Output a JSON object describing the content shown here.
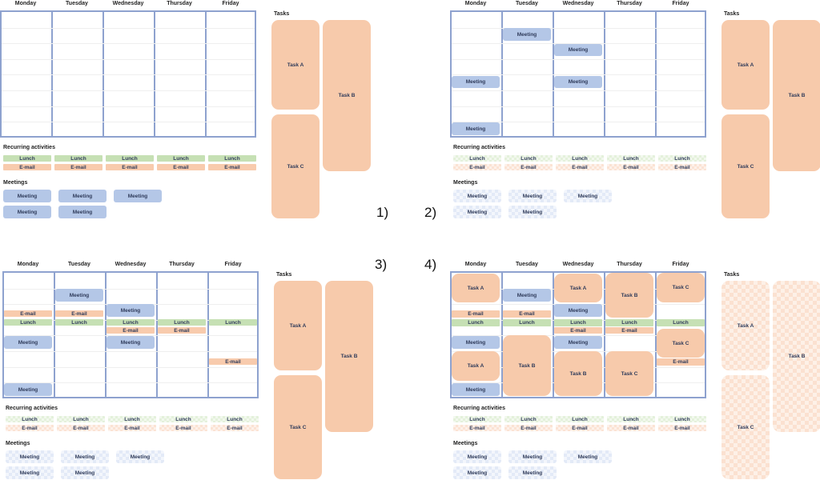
{
  "days": [
    "Monday",
    "Tuesday",
    "Wednesday",
    "Thursday",
    "Friday"
  ],
  "section_titles": {
    "recurring": "Recurring activities",
    "meetings": "Meetings",
    "tasks": "Tasks"
  },
  "colors": {
    "task": "#f7caab",
    "meeting": "#b4c7e7",
    "lunch": "#c6e0b4",
    "email": "#f8cbad",
    "grid": "#8ea2cf"
  },
  "panels": [
    {
      "number": "1)",
      "recurring_faded": false,
      "meetings_faded": false,
      "tasks_faded": false,
      "recurring": {
        "lunch": [
          "Lunch",
          "Lunch",
          "Lunch",
          "Lunch",
          "Lunch"
        ],
        "email": [
          "E-mail",
          "E-mail",
          "E-mail",
          "E-mail",
          "E-mail"
        ]
      },
      "meetings_pool": [
        "Meeting",
        "Meeting",
        "Meeting",
        "Meeting",
        "Meeting"
      ],
      "tasks_pool": [
        "Task A",
        "Task B",
        "Task C"
      ],
      "calendar": []
    },
    {
      "number": "2)",
      "recurring_faded": true,
      "meetings_faded": true,
      "tasks_faded": false,
      "recurring": {
        "lunch": [
          "Lunch",
          "Lunch",
          "Lunch",
          "Lunch",
          "Lunch"
        ],
        "email": [
          "E-mail",
          "E-mail",
          "E-mail",
          "E-mail",
          "E-mail"
        ]
      },
      "meetings_pool": [
        "Meeting",
        "Meeting",
        "Meeting",
        "Meeting",
        "Meeting"
      ],
      "tasks_pool": [
        "Task A",
        "Task B",
        "Task C"
      ],
      "calendar": [
        {
          "day": "Tuesday",
          "label": "Meeting",
          "type": "meeting"
        },
        {
          "day": "Wednesday",
          "label": "Meeting",
          "type": "meeting"
        },
        {
          "day": "Wednesday",
          "label": "Meeting",
          "type": "meeting"
        },
        {
          "day": "Monday",
          "label": "Meeting",
          "type": "meeting"
        },
        {
          "day": "Monday",
          "label": "Meeting",
          "type": "meeting"
        }
      ]
    },
    {
      "number": "3)",
      "recurring_faded": true,
      "meetings_faded": true,
      "tasks_faded": false,
      "recurring": {
        "lunch": [
          "Lunch",
          "Lunch",
          "Lunch",
          "Lunch",
          "Lunch"
        ],
        "email": [
          "E-mail",
          "E-mail",
          "E-mail",
          "E-mail",
          "E-mail"
        ]
      },
      "meetings_pool": [
        "Meeting",
        "Meeting",
        "Meeting",
        "Meeting",
        "Meeting"
      ],
      "tasks_pool": [
        "Task A",
        "Task B",
        "Task C"
      ],
      "calendar": [
        {
          "day": "Monday",
          "label": "E-mail",
          "type": "email"
        },
        {
          "day": "Monday",
          "label": "Lunch",
          "type": "lunch"
        },
        {
          "day": "Monday",
          "label": "Meeting",
          "type": "meeting"
        },
        {
          "day": "Monday",
          "label": "Meeting",
          "type": "meeting"
        },
        {
          "day": "Tuesday",
          "label": "Meeting",
          "type": "meeting"
        },
        {
          "day": "Tuesday",
          "label": "E-mail",
          "type": "email"
        },
        {
          "day": "Tuesday",
          "label": "Lunch",
          "type": "lunch"
        },
        {
          "day": "Wednesday",
          "label": "Meeting",
          "type": "meeting"
        },
        {
          "day": "Wednesday",
          "label": "Lunch",
          "type": "lunch"
        },
        {
          "day": "Wednesday",
          "label": "E-mail",
          "type": "email"
        },
        {
          "day": "Wednesday",
          "label": "Meeting",
          "type": "meeting"
        },
        {
          "day": "Thursday",
          "label": "Lunch",
          "type": "lunch"
        },
        {
          "day": "Thursday",
          "label": "E-mail",
          "type": "email"
        },
        {
          "day": "Friday",
          "label": "Lunch",
          "type": "lunch"
        },
        {
          "day": "Friday",
          "label": "E-mail",
          "type": "email"
        }
      ]
    },
    {
      "number": "4)",
      "recurring_faded": true,
      "meetings_faded": true,
      "tasks_faded": true,
      "recurring": {
        "lunch": [
          "Lunch",
          "Lunch",
          "Lunch",
          "Lunch",
          "Lunch"
        ],
        "email": [
          "E-mail",
          "E-mail",
          "E-mail",
          "E-mail",
          "E-mail"
        ]
      },
      "meetings_pool": [
        "Meeting",
        "Meeting",
        "Meeting",
        "Meeting",
        "Meeting"
      ],
      "tasks_pool": [
        "Task A",
        "Task B",
        "Task C"
      ],
      "calendar": [
        {
          "day": "Monday",
          "label": "Task A",
          "type": "task"
        },
        {
          "day": "Monday",
          "label": "E-mail",
          "type": "email"
        },
        {
          "day": "Monday",
          "label": "Lunch",
          "type": "lunch"
        },
        {
          "day": "Monday",
          "label": "Meeting",
          "type": "meeting"
        },
        {
          "day": "Monday",
          "label": "Task A",
          "type": "task"
        },
        {
          "day": "Monday",
          "label": "Meeting",
          "type": "meeting"
        },
        {
          "day": "Tuesday",
          "label": "Meeting",
          "type": "meeting"
        },
        {
          "day": "Tuesday",
          "label": "E-mail",
          "type": "email"
        },
        {
          "day": "Tuesday",
          "label": "Lunch",
          "type": "lunch"
        },
        {
          "day": "Tuesday",
          "label": "Task B",
          "type": "task"
        },
        {
          "day": "Wednesday",
          "label": "Task A",
          "type": "task"
        },
        {
          "day": "Wednesday",
          "label": "Meeting",
          "type": "meeting"
        },
        {
          "day": "Wednesday",
          "label": "Lunch",
          "type": "lunch"
        },
        {
          "day": "Wednesday",
          "label": "E-mail",
          "type": "email"
        },
        {
          "day": "Wednesday",
          "label": "Meeting",
          "type": "meeting"
        },
        {
          "day": "Wednesday",
          "label": "Task B",
          "type": "task"
        },
        {
          "day": "Thursday",
          "label": "Task B",
          "type": "task"
        },
        {
          "day": "Thursday",
          "label": "Lunch",
          "type": "lunch"
        },
        {
          "day": "Thursday",
          "label": "E-mail",
          "type": "email"
        },
        {
          "day": "Thursday",
          "label": "Task C",
          "type": "task"
        },
        {
          "day": "Friday",
          "label": "Task C",
          "type": "task"
        },
        {
          "day": "Friday",
          "label": "Lunch",
          "type": "lunch"
        },
        {
          "day": "Friday",
          "label": "Task C",
          "type": "task"
        },
        {
          "day": "Friday",
          "label": "E-mail",
          "type": "email"
        }
      ]
    }
  ]
}
